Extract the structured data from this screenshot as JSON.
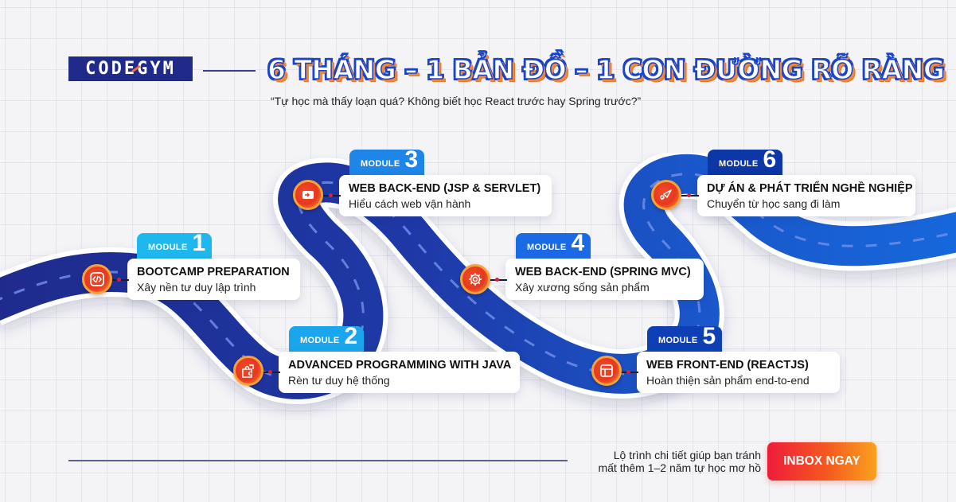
{
  "header": {
    "logo_text": "CODEGYM",
    "title": "6 THÁNG – 1 BẢN ĐỒ – 1 CON ĐƯỜNG RÕ RÀNG",
    "subtitle": "“Tự học mà thấy loạn quá? Không biết học React trước hay Spring trước?”"
  },
  "modules": [
    {
      "label": "MODULE",
      "number": "1",
      "title": "BOOTCAMP PREPARATION",
      "description": "Xây nền tư duy lập trình",
      "icon": "code-icon",
      "badge_color": "#1fb8ee"
    },
    {
      "label": "MODULE",
      "number": "2",
      "title": "ADVANCED PROGRAMMING WITH JAVA",
      "description": "Rèn tư duy hệ thống",
      "icon": "puzzle-icon",
      "badge_color": "#1aa6ec"
    },
    {
      "label": "MODULE",
      "number": "3",
      "title": "WEB BACK-END (JSP & SERVLET)",
      "description": "Hiểu cách web vận hành",
      "icon": "login-icon",
      "badge_color": "#1e86e8"
    },
    {
      "label": "MODULE",
      "number": "4",
      "title": "WEB BACK-END (SPRING MVC)",
      "description": "Xây xương sống sản phẩm",
      "icon": "gear-icon",
      "badge_color": "#1a6ae6"
    },
    {
      "label": "MODULE",
      "number": "5",
      "title": "WEB FRONT-END (REACTJS)",
      "description": "Hoàn thiện sản phẩm end-to-end",
      "icon": "layout-icon",
      "badge_color": "#0f3fb5"
    },
    {
      "label": "MODULE",
      "number": "6",
      "title": "DỰ ÁN & PHÁT TRIỂN NGHỀ NGHIỆP",
      "description": "Chuyển từ học sang đi làm",
      "icon": "rocket-icon",
      "badge_color": "#0d36a6"
    }
  ],
  "footer": {
    "text_line1": "Lộ trình chi tiết giúp bạn tránh",
    "text_line2": "mất thêm 1–2 năm tự học mơ hồ",
    "cta_label": "INBOX NGAY"
  },
  "colors": {
    "road_dark": "#1e2a8c",
    "road_light": "#1766d8",
    "accent_orange": "#f26a3d",
    "cta_start": "#ee1c3a",
    "cta_end": "#f9a21d"
  }
}
